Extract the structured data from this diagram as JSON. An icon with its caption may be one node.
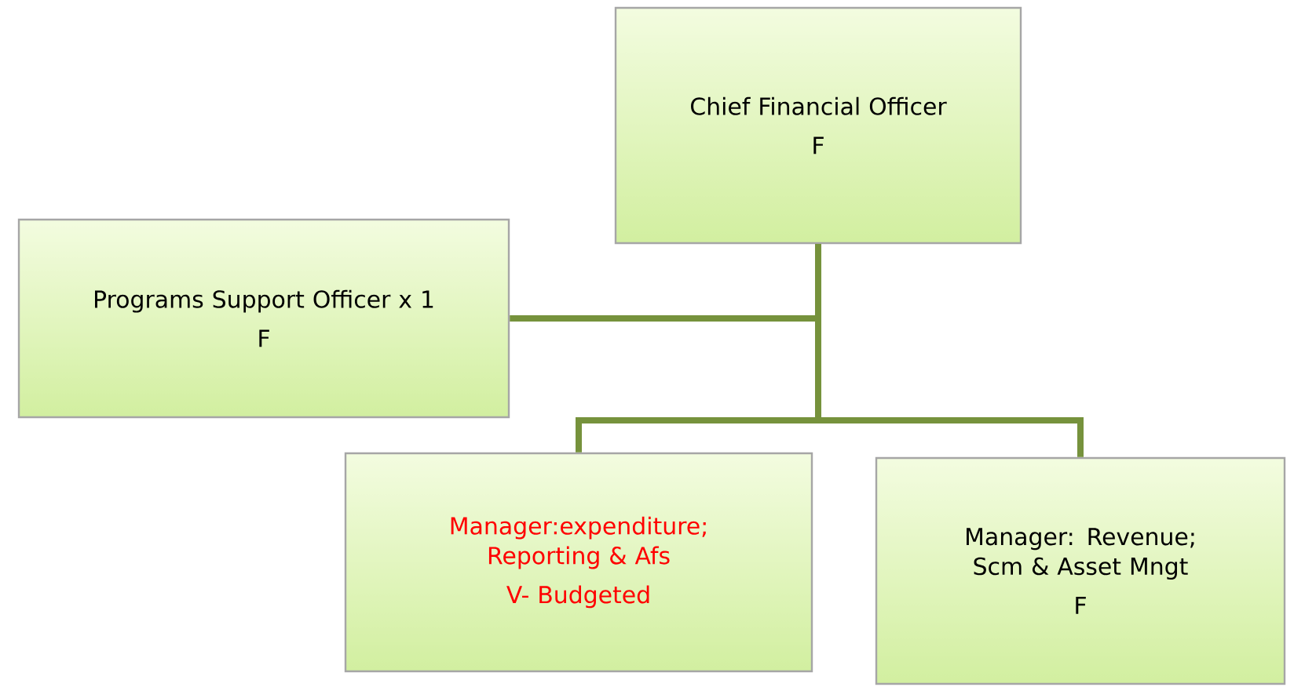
{
  "diagram": {
    "nodes": [
      {
        "text": [
          "Chief Financial Officer",
          "F"
        ]
      },
      {
        "text": [
          "Programs Support Officer x 1",
          "F"
        ]
      },
      {
        "text": [
          "Manager:expenditure; Reporting & Afs",
          "V- Budgeted"
        ]
      },
      {
        "text": [
          "Manager: Revenue; Scm & Asset Mngt",
          "F"
        ]
      }
    ],
    "edges": [
      {
        "from": 0,
        "to": 1,
        "arrow": "none"
      },
      {
        "from": 0,
        "to": 2,
        "arrow": "none"
      },
      {
        "from": 0,
        "to": 3,
        "arrow": "none"
      }
    ]
  }
}
